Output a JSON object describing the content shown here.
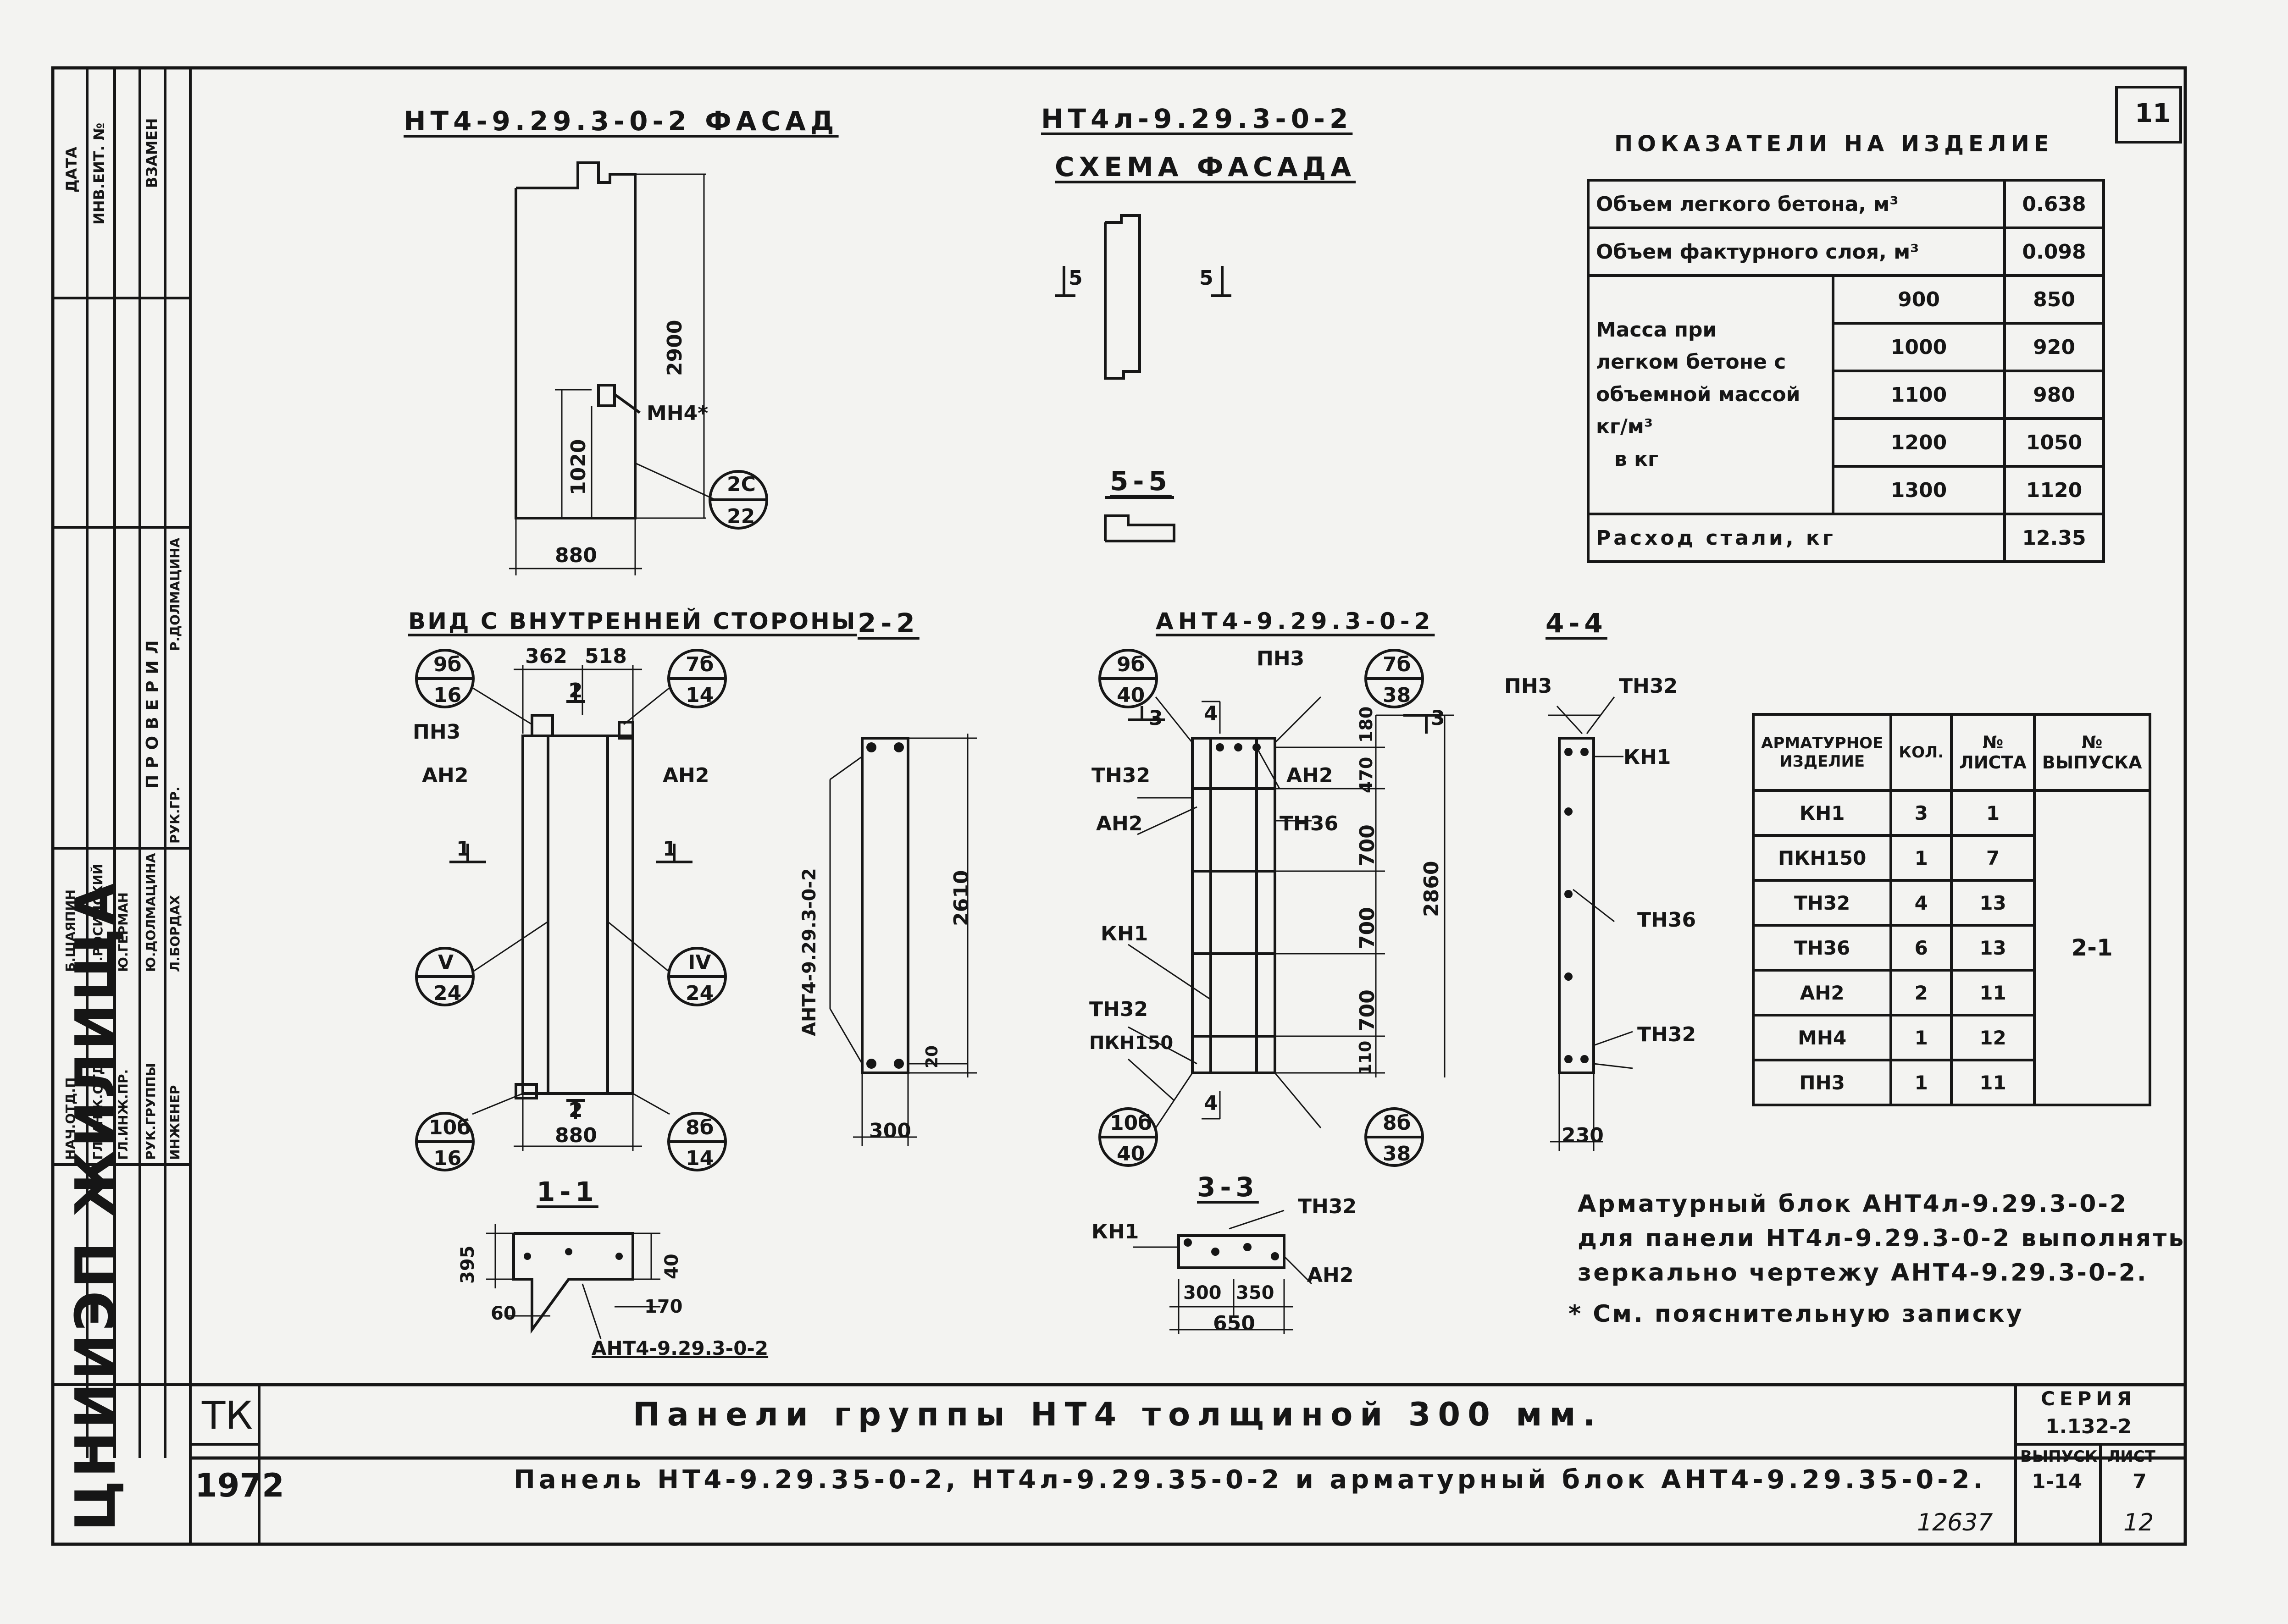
{
  "sheet_number": "11",
  "facade_title": "НТ4-9.29.3-0-2 ФАСАД",
  "facade_dims": {
    "height": "2900",
    "window": "1020",
    "width": "880",
    "detail": "МН4*"
  },
  "facade_callout": {
    "top": "2С",
    "bottom": "22"
  },
  "schema_title": {
    "line1": "НТ4л-9.29.3-0-2",
    "line2": "СХЕМА ФАСАДА"
  },
  "schema_cut": {
    "left": "5",
    "right": "5",
    "section": "5-5"
  },
  "specs": {
    "title": "ПОКАЗАТЕЛИ НА ИЗДЕЛИЕ",
    "rows": [
      {
        "label": "Объем легкого бетона, м³",
        "value": "0.638"
      },
      {
        "label": "Объем фактурного слоя, м³",
        "value": "0.098"
      }
    ],
    "mass_label": {
      "l1": "Масса при",
      "l2": "легком бетоне с",
      "l3": "объемной массой кг/м³",
      "l4": "в кг"
    },
    "mass_rows": [
      {
        "density": "900",
        "mass": "850"
      },
      {
        "density": "1000",
        "mass": "920"
      },
      {
        "density": "1100",
        "mass": "980"
      },
      {
        "density": "1200",
        "mass": "1050"
      },
      {
        "density": "1300",
        "mass": "1120"
      }
    ],
    "steel": {
      "label": "Расход стали, кг",
      "value": "12.35"
    }
  },
  "inner_view": {
    "title": "ВИД С ВНУТРЕННЕЙ СТОРОНЫ",
    "dims": {
      "a": "362",
      "b": "518",
      "width": "880"
    },
    "labels": {
      "pn3": "ПН3",
      "an2_left": "АН2",
      "an2_right": "АН2",
      "cut1": "1",
      "cut2": "2"
    },
    "callouts": [
      {
        "top": "9б",
        "bottom": "16"
      },
      {
        "top": "7б",
        "bottom": "14"
      },
      {
        "top": "V",
        "bottom": "24"
      },
      {
        "top": "IV",
        "bottom": "24"
      },
      {
        "top": "10б",
        "bottom": "16"
      },
      {
        "top": "8б",
        "bottom": "14"
      }
    ]
  },
  "section_22": {
    "title": "2-2",
    "label": "АНТ4-9.29.3-0-2",
    "height": "2610",
    "small": "20",
    "width": "300"
  },
  "arm_block": {
    "title": "АНТ4-9.29.3-0-2",
    "labels": {
      "pn3": "ПН3",
      "tn32_top": "ТН32",
      "an2_left": "АН2",
      "an2_right": "АН2",
      "tn36": "ТН36",
      "kn1": "КН1",
      "tn32_bot": "ТН32",
      "pkn150": "ПКН150",
      "cut3": "3",
      "cut4": "4"
    },
    "dims": {
      "d1": "180",
      "d2": "470",
      "d3": "700",
      "d4": "700",
      "d5": "700",
      "d6": "110",
      "total": "2860"
    },
    "callouts": [
      {
        "top": "9б",
        "bottom": "40"
      },
      {
        "top": "7б",
        "bottom": "38"
      },
      {
        "top": "10б",
        "bottom": "40"
      },
      {
        "top": "8б",
        "bottom": "38"
      }
    ]
  },
  "section_44": {
    "title": "4-4",
    "labels": {
      "pn3": "ПН3",
      "tn32_top": "ТН32",
      "kn1": "КН1",
      "tn36": "ТН36",
      "tn32_bot": "ТН32"
    },
    "width": "230"
  },
  "section_11": {
    "title": "1-1",
    "dims": {
      "h": "395",
      "a": "60",
      "b": "170",
      "c": "40"
    },
    "label": "АНТ4-9.29.3-0-2"
  },
  "section_33": {
    "title": "3-3",
    "labels": {
      "kn1": "КН1",
      "tn32": "ТН32",
      "an2": "АН2"
    },
    "dims": {
      "a": "300",
      "b": "350",
      "total": "650"
    }
  },
  "bom": {
    "headers": {
      "item": "АРМАТУРНОЕ ИЗДЕЛИЕ",
      "qty": "КОЛ.",
      "sheet": "№ ЛИСТА",
      "issue": "№ ВЫПУСКА"
    },
    "rows": [
      {
        "item": "КН1",
        "qty": "3",
        "sheet": "1"
      },
      {
        "item": "ПКН150",
        "qty": "1",
        "sheet": "7"
      },
      {
        "item": "ТН32",
        "qty": "4",
        "sheet": "13"
      },
      {
        "item": "ТН36",
        "qty": "6",
        "sheet": "13"
      },
      {
        "item": "АН2",
        "qty": "2",
        "sheet": "11"
      },
      {
        "item": "МН4",
        "qty": "1",
        "sheet": "12"
      },
      {
        "item": "ПН3",
        "qty": "1",
        "sheet": "11"
      }
    ],
    "issue_value": "2-1"
  },
  "notes": {
    "l1": "Арматурный блок АНТ4л-9.29.3-0-2",
    "l2": "для панели НТ4л-9.29.3-0-2 выполнять",
    "l3": "зеркально чертежу АНТ4-9.29.3-0-2.",
    "l4": "* См. пояснительную записку"
  },
  "title_block": {
    "org": "ЦНИИЭП ЖИЛИЩА",
    "tk": "ТК",
    "year": "1972",
    "title1": "Панели группы НТ4 толщиной 300 мм.",
    "title2": "Панель НТ4-9.29.35-0-2, НТ4л-9.29.35-0-2 и арматурный блок АНТ4-9.29.35-0-2.",
    "series_label": "СЕРИЯ",
    "series": "1.132-2",
    "issue_label": "ВЫПУСК",
    "issue": "1-14",
    "sheet_label": "ЛИСТ",
    "sheet": "7",
    "stamp1": "12637",
    "stamp2": "12"
  },
  "side_stamp": {
    "c1": "ДАТА",
    "c2": "ИНВ.ЕИТ. №",
    "c3": "ВЗАМЕН",
    "checked": "ПРОВЕРИЛ",
    "roles": [
      "НАЧ.ОТД.П",
      "ГЛ.ИНЖ.ОТД.",
      "ГЛ.ИНЖ.ПР.",
      "РУК.ГРУППЫ",
      "ИНЖЕНЕР",
      "РУК.ГР."
    ],
    "names": [
      "Б.ШАЯПИН",
      "Н.РОСИНСКИЙ",
      "Ю.ГЕРМАН",
      "Ю.ДОЛМАЦИНА",
      "Л.БОРДАХ",
      "Р.ДОЛМАЦИНА"
    ]
  }
}
